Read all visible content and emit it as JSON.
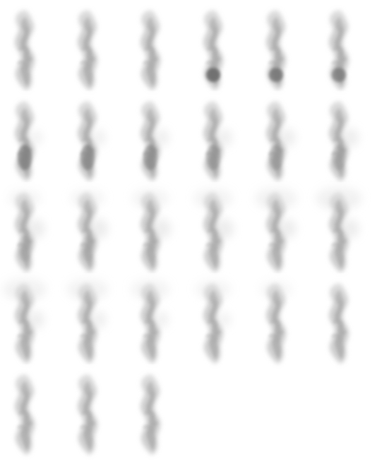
{
  "sprite_sheet": {
    "columns": 6,
    "frame_count": 27,
    "frames": [
      {
        "frame": 1,
        "dark_knot": 0.0,
        "top_puff": 0.0,
        "side_puff": 0.0
      },
      {
        "frame": 2,
        "dark_knot": 0.0,
        "top_puff": 0.0,
        "side_puff": 0.0
      },
      {
        "frame": 3,
        "dark_knot": 0.0,
        "top_puff": 0.0,
        "side_puff": 0.0
      },
      {
        "frame": 4,
        "dark_knot": 0.9,
        "top_puff": 0.0,
        "side_puff": 0.0
      },
      {
        "frame": 5,
        "dark_knot": 0.75,
        "top_puff": 0.0,
        "side_puff": 0.0
      },
      {
        "frame": 6,
        "dark_knot": 0.65,
        "top_puff": 0.0,
        "side_puff": 0.0
      },
      {
        "frame": 7,
        "dark_knot": 0.6,
        "top_puff": 0.0,
        "side_puff": 0.1
      },
      {
        "frame": 8,
        "dark_knot": 0.5,
        "top_puff": 0.0,
        "side_puff": 0.2
      },
      {
        "frame": 9,
        "dark_knot": 0.45,
        "top_puff": 0.0,
        "side_puff": 0.3
      },
      {
        "frame": 10,
        "dark_knot": 0.35,
        "top_puff": 0.0,
        "side_puff": 0.35
      },
      {
        "frame": 11,
        "dark_knot": 0.3,
        "top_puff": 0.0,
        "side_puff": 0.4
      },
      {
        "frame": 12,
        "dark_knot": 0.2,
        "top_puff": 0.0,
        "side_puff": 0.45
      },
      {
        "frame": 13,
        "dark_knot": 0.15,
        "top_puff": 0.1,
        "side_puff": 0.5
      },
      {
        "frame": 14,
        "dark_knot": 0.1,
        "top_puff": 0.15,
        "side_puff": 0.55
      },
      {
        "frame": 15,
        "dark_knot": 0.05,
        "top_puff": 0.25,
        "side_puff": 0.55
      },
      {
        "frame": 16,
        "dark_knot": 0.0,
        "top_puff": 0.35,
        "side_puff": 0.55
      },
      {
        "frame": 17,
        "dark_knot": 0.0,
        "top_puff": 0.5,
        "side_puff": 0.5
      },
      {
        "frame": 18,
        "dark_knot": 0.0,
        "top_puff": 0.65,
        "side_puff": 0.5
      },
      {
        "frame": 19,
        "dark_knot": 0.0,
        "top_puff": 0.55,
        "side_puff": 0.4
      },
      {
        "frame": 20,
        "dark_knot": 0.0,
        "top_puff": 0.45,
        "side_puff": 0.3
      },
      {
        "frame": 21,
        "dark_knot": 0.0,
        "top_puff": 0.35,
        "side_puff": 0.2
      },
      {
        "frame": 22,
        "dark_knot": 0.0,
        "top_puff": 0.2,
        "side_puff": 0.1
      },
      {
        "frame": 23,
        "dark_knot": 0.0,
        "top_puff": 0.05,
        "side_puff": 0.0
      },
      {
        "frame": 24,
        "dark_knot": 0.0,
        "top_puff": 0.0,
        "side_puff": 0.0
      },
      {
        "frame": 25,
        "dark_knot": 0.0,
        "top_puff": 0.0,
        "side_puff": 0.0
      },
      {
        "frame": 26,
        "dark_knot": 0.0,
        "top_puff": 0.0,
        "side_puff": 0.0
      },
      {
        "frame": 27,
        "dark_knot": 0.0,
        "top_puff": 0.0,
        "side_puff": 0.0
      }
    ],
    "colors": {
      "background": "#ffffff",
      "smoke_light": "#cfcfcf",
      "smoke_mid": "#a9a9a9",
      "smoke_dark": "#6a6a6a",
      "puff": "#e6e6e6"
    }
  }
}
